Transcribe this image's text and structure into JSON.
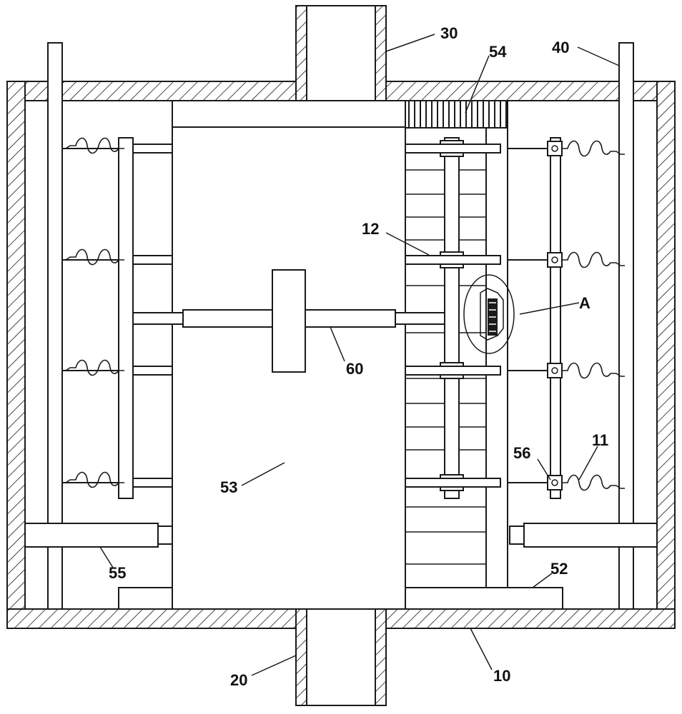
{
  "labels": {
    "l10": "10",
    "l11": "11",
    "l12": "12",
    "l20": "20",
    "l30": "30",
    "l40": "40",
    "l52": "52",
    "l53": "53",
    "l54": "54",
    "l55": "55",
    "l56": "56",
    "l60": "60",
    "lA": "A"
  },
  "colors": {
    "line": "#1a1a1a",
    "background": "#ffffff"
  }
}
